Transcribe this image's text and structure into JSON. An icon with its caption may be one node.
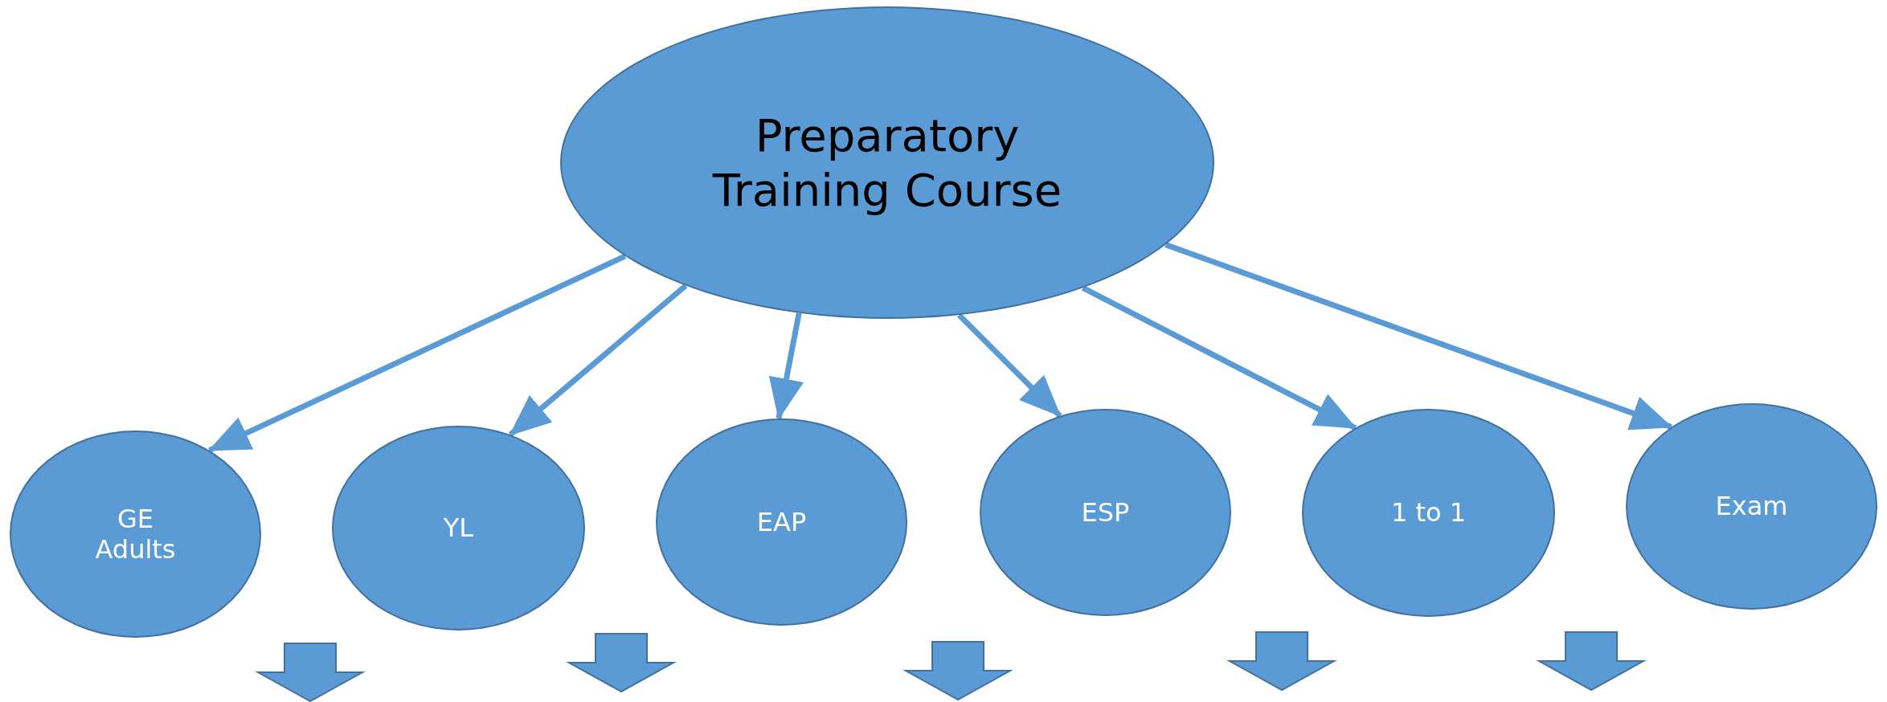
{
  "diagram": {
    "nodes": [
      {
        "text": [
          "Preparatory Training Course"
        ]
      },
      {
        "text": [
          "GE Adults"
        ]
      },
      {
        "text": [
          "YL"
        ]
      },
      {
        "text": [
          "EAP"
        ]
      },
      {
        "text": [
          "ESP"
        ]
      },
      {
        "text": [
          "1 to 1"
        ]
      },
      {
        "text": [
          "Exam"
        ]
      },
      {
        "text": [],
        "shape": "arrow"
      },
      {
        "text": [],
        "shape": "arrow"
      },
      {
        "text": [],
        "shape": "arrow"
      },
      {
        "text": [],
        "shape": "arrow"
      },
      {
        "text": [],
        "shape": "arrow"
      }
    ],
    "edges": [
      {
        "from": 0,
        "to": 1,
        "arrow": "to"
      },
      {
        "from": 0,
        "to": 2,
        "arrow": "to"
      },
      {
        "from": 0,
        "to": 3,
        "arrow": "to"
      },
      {
        "from": 0,
        "to": 4,
        "arrow": "to"
      },
      {
        "from": 0,
        "to": 5,
        "arrow": "to"
      },
      {
        "from": 0,
        "to": 6,
        "arrow": "to"
      }
    ]
  }
}
